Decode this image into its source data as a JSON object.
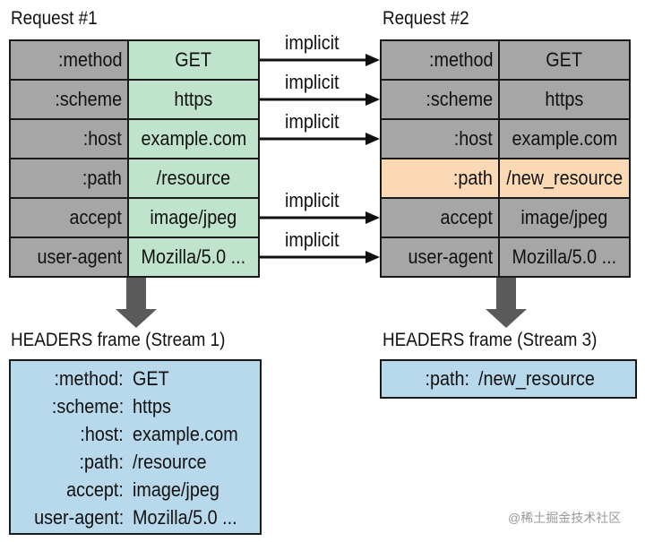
{
  "request1": {
    "title": "Request #1",
    "rows": [
      {
        "name": ":method",
        "value": "GET"
      },
      {
        "name": ":scheme",
        "value": "https"
      },
      {
        "name": ":host",
        "value": "example.com"
      },
      {
        "name": ":path",
        "value": "/resource"
      },
      {
        "name": "accept",
        "value": "image/jpeg"
      },
      {
        "name": "user-agent",
        "value": "Mozilla/5.0 ..."
      }
    ]
  },
  "request2": {
    "title": "Request #2",
    "rows": [
      {
        "name": ":method",
        "value": "GET"
      },
      {
        "name": ":scheme",
        "value": "https"
      },
      {
        "name": ":host",
        "value": "example.com"
      },
      {
        "name": ":path",
        "value": "/new_resource"
      },
      {
        "name": "accept",
        "value": "image/jpeg"
      },
      {
        "name": "user-agent",
        "value": "Mozilla/5.0 ..."
      }
    ]
  },
  "arrows": {
    "label": "implicit"
  },
  "frame1": {
    "title": "HEADERS frame (Stream 1)",
    "rows": [
      {
        "key": ":method:",
        "value": "GET"
      },
      {
        "key": ":scheme:",
        "value": "https"
      },
      {
        "key": ":host:",
        "value": "example.com"
      },
      {
        "key": ":path:",
        "value": "/resource"
      },
      {
        "key": "accept:",
        "value": "image/jpeg"
      },
      {
        "key": "user-agent:",
        "value": "Mozilla/5.0 ..."
      }
    ]
  },
  "frame2": {
    "title": "HEADERS frame (Stream 3)",
    "rows": [
      {
        "key": ":path:",
        "value": "/new_resource"
      }
    ]
  },
  "watermark": "@稀土掘金技术社区",
  "colors": {
    "name_cell": "#a6a6a6",
    "request1_value": "#bfe3cd",
    "changed_row": "#fbd9b4",
    "frame": "#b8d9ec"
  }
}
